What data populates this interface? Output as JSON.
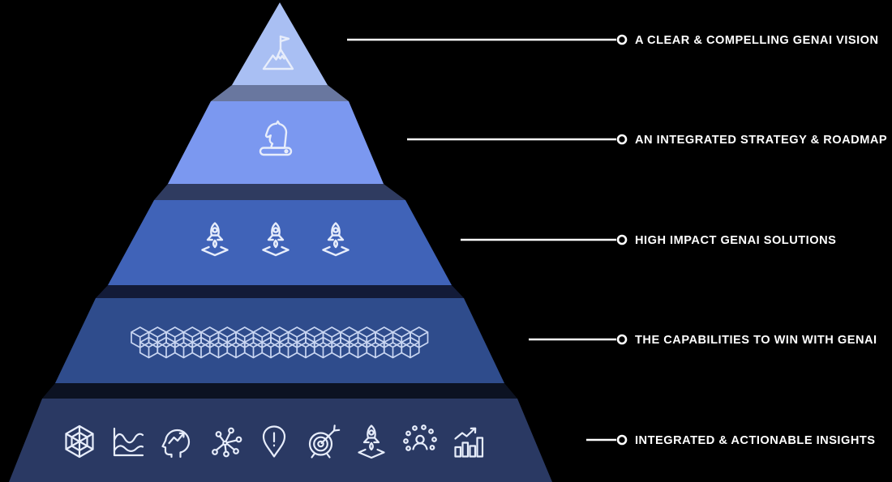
{
  "title": "GenAI strategy pyramid",
  "background": "#000000",
  "connector": {
    "color": "#FFFFFF"
  },
  "label_color": "#FFFFFF",
  "icon_stroke": "#E7EDFB",
  "cube_stroke": "#C9D6F2",
  "tiers": [
    {
      "id": "vision",
      "label": "A CLEAR & COMPELLING GENAI VISION",
      "color": "#A9BFF3",
      "bevel_color": null,
      "icons": [
        "mountain-flag-icon"
      ]
    },
    {
      "id": "strategy",
      "label": "AN INTEGRATED STRATEGY & ROADMAP",
      "color": "#7B98F0",
      "bevel_color": "#69779F",
      "icons": [
        "chess-knight-icon"
      ]
    },
    {
      "id": "solutions",
      "label": "HIGH IMPACT GENAI SOLUTIONS",
      "color": "#4063B8",
      "bevel_color": "#2F3B60",
      "icons": [
        "rocket-launch-icon",
        "rocket-launch-icon",
        "rocket-launch-icon"
      ]
    },
    {
      "id": "capabilities",
      "label": "THE CAPABILITIES TO WIN WITH GENAI",
      "color": "#2F4C8C",
      "bevel_color": "#131B38",
      "icons": [
        "cube-grid-icon"
      ],
      "cubes": {
        "rows": [
          17,
          16
        ]
      }
    },
    {
      "id": "insights",
      "label": "INTEGRATED & ACTIONABLE INSIGHTS",
      "color": "#2A3963",
      "bevel_color": "#0C1222",
      "icons": [
        "spiderweb-icon",
        "wave-chart-icon",
        "head-trend-icon",
        "network-nodes-icon",
        "alert-pin-icon",
        "target-arrow-icon",
        "rocket-launch-icon",
        "person-network-icon",
        "growth-bars-icon"
      ]
    }
  ]
}
